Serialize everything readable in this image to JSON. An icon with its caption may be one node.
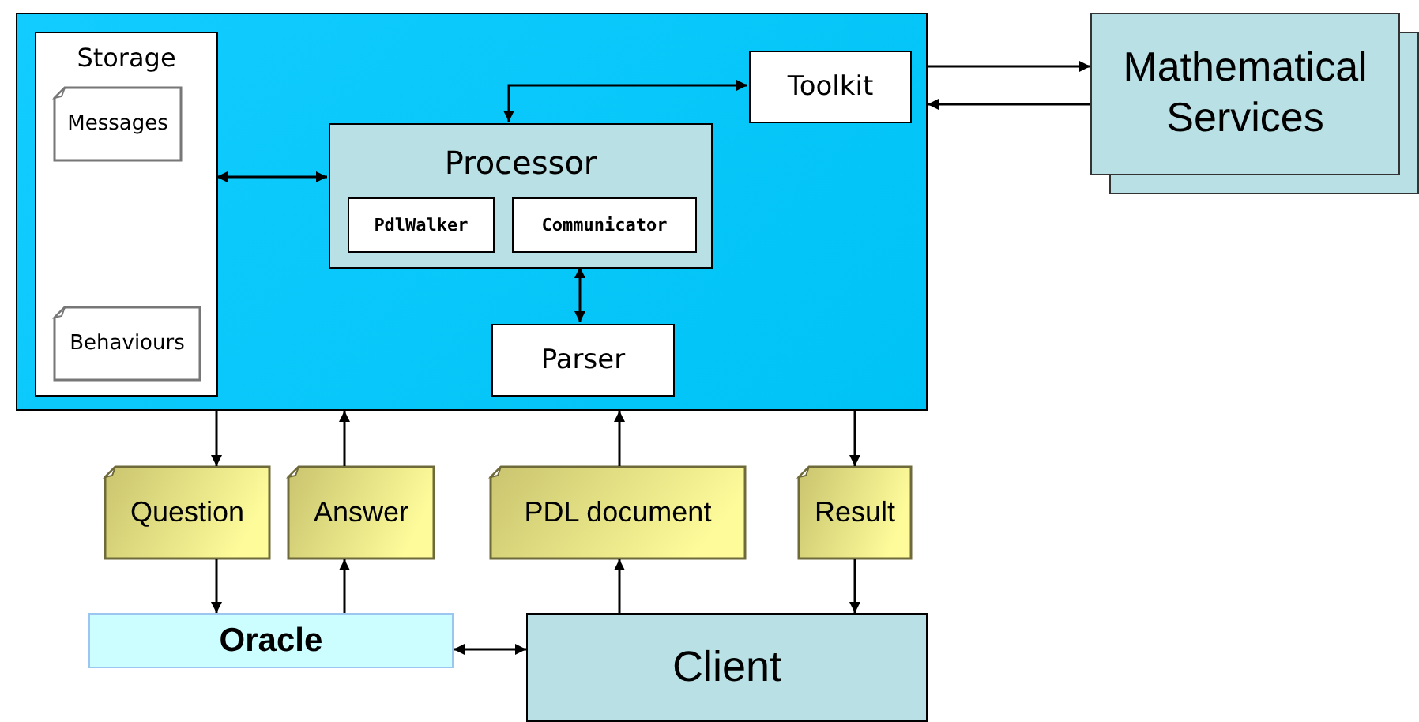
{
  "diagram": {
    "nodes": [
      {
        "text": [],
        "shape": "box"
      },
      {
        "text": [
          "Storage"
        ],
        "in": 0
      },
      {
        "text": [
          "Messages"
        ],
        "in": 1
      },
      {
        "text": [
          "Behaviours"
        ],
        "in": 1
      },
      {
        "text": [
          "Toolkit"
        ],
        "in": 0
      },
      {
        "text": [
          "Processor"
        ],
        "in": 0
      },
      {
        "text": [
          "PdlWalker"
        ],
        "in": 5
      },
      {
        "text": [
          "Communicator"
        ],
        "in": 5
      },
      {
        "text": [
          "Parser"
        ],
        "in": 0
      },
      {
        "text": [
          "Mathematical Services"
        ]
      },
      {
        "text": [
          "Question"
        ]
      },
      {
        "text": [
          "Answer"
        ]
      },
      {
        "text": [
          "PDL document"
        ]
      },
      {
        "text": [
          "Result"
        ]
      },
      {
        "text": [
          "Oracle"
        ]
      },
      {
        "text": [
          "Client"
        ]
      }
    ],
    "edges": [
      {
        "from": 1,
        "to": 5,
        "arrow": "both"
      },
      {
        "from": 5,
        "to": 4,
        "arrow": "both"
      },
      {
        "from": 5,
        "to": 8,
        "arrow": "both"
      },
      {
        "from": 0,
        "to": 9,
        "arrow": "to"
      },
      {
        "from": 9,
        "to": 0,
        "arrow": "to"
      },
      {
        "from": 0,
        "to": 10,
        "arrow": "to"
      },
      {
        "from": 10,
        "to": 14,
        "arrow": "to"
      },
      {
        "from": 14,
        "to": 11,
        "arrow": "to"
      },
      {
        "from": 11,
        "to": 0,
        "arrow": "to"
      },
      {
        "from": 15,
        "to": 12,
        "arrow": "to"
      },
      {
        "from": 12,
        "to": 0,
        "arrow": "to"
      },
      {
        "from": 0,
        "to": 13,
        "arrow": "to"
      },
      {
        "from": 13,
        "to": 15,
        "arrow": "to"
      },
      {
        "from": 14,
        "to": 15,
        "arrow": "both"
      }
    ]
  }
}
